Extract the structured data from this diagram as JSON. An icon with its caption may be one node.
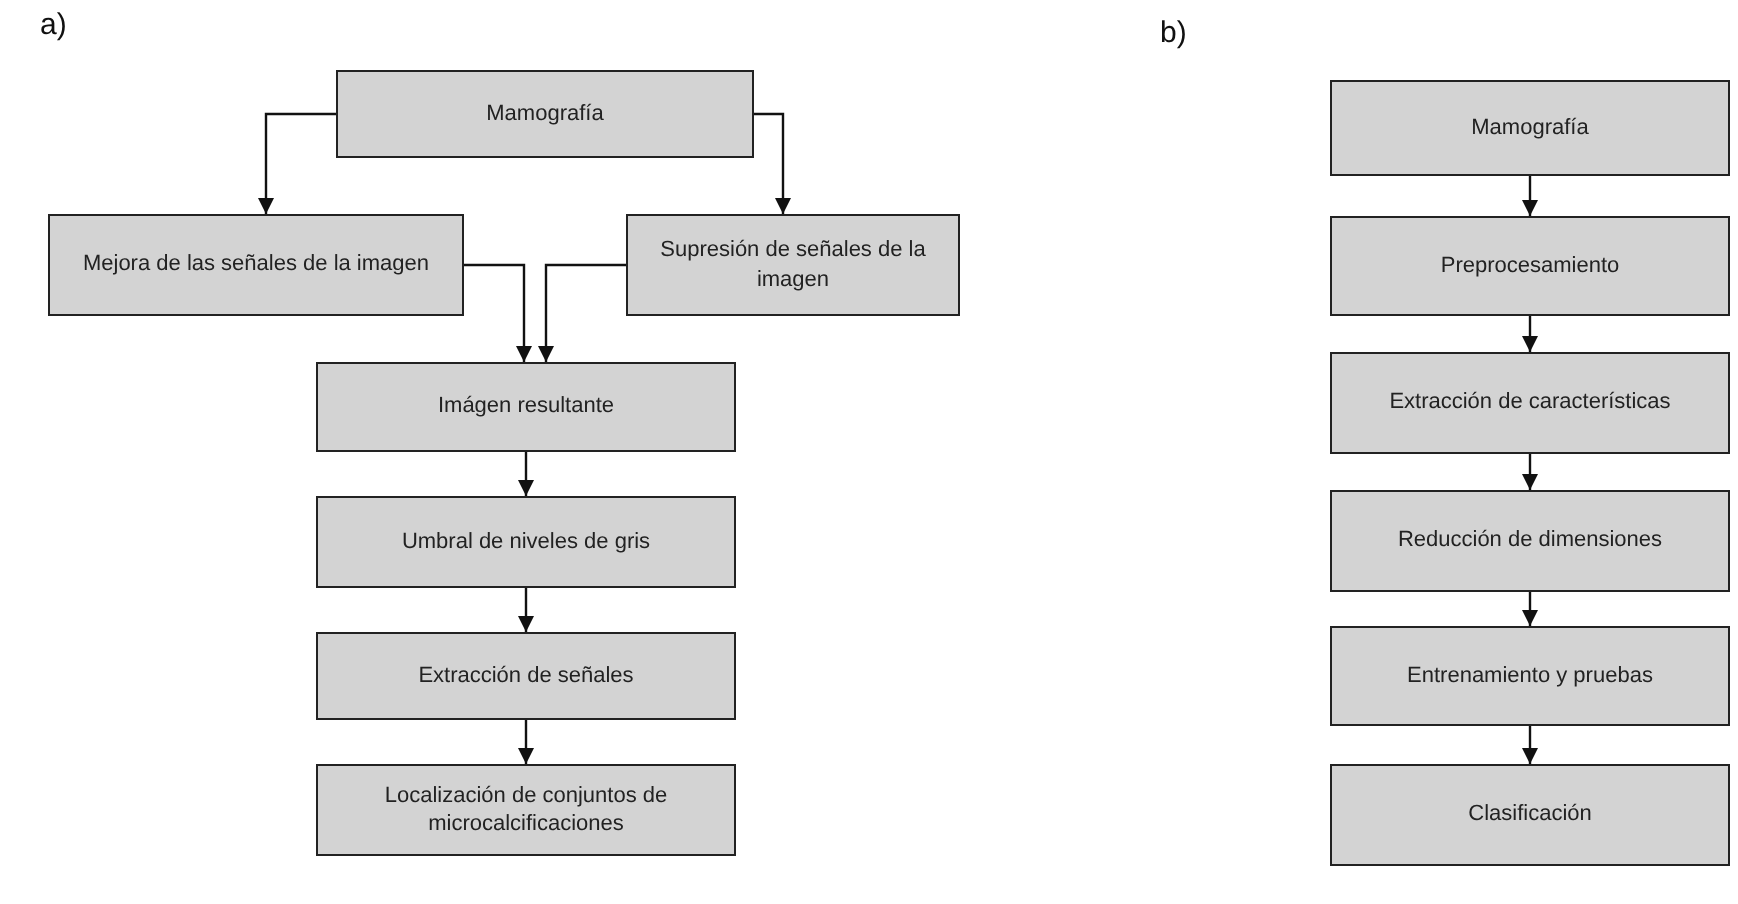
{
  "diagram": {
    "nodes": [
      {
        "text": [
          "Mamografía"
        ]
      },
      {
        "text": [
          "Mejora de las señales de la imagen"
        ]
      },
      {
        "text": [
          "Supresión de señales de la imagen"
        ]
      },
      {
        "text": [
          "Imágen resultante"
        ]
      },
      {
        "text": [
          "Umbral de niveles de gris"
        ]
      },
      {
        "text": [
          "Extracción de señales"
        ]
      },
      {
        "text": [
          "Localización de conjuntos de microcalcificaciones"
        ]
      },
      {
        "text": [
          "Mamografía"
        ]
      },
      {
        "text": [
          "Preprocesamiento"
        ]
      },
      {
        "text": [
          "Extracción de características"
        ]
      },
      {
        "text": [
          "Reducción de dimensiones"
        ]
      },
      {
        "text": [
          "Entrenamiento y pruebas"
        ]
      },
      {
        "text": [
          "Clasificación"
        ]
      }
    ],
    "edges": [
      {
        "from": 0,
        "to": 1,
        "arrow": "to"
      },
      {
        "from": 0,
        "to": 2,
        "arrow": "to"
      },
      {
        "from": 1,
        "to": 3,
        "arrow": "to"
      },
      {
        "from": 2,
        "to": 3,
        "arrow": "to"
      },
      {
        "from": 3,
        "to": 4,
        "arrow": "to"
      },
      {
        "from": 4,
        "to": 5,
        "arrow": "to"
      },
      {
        "from": 5,
        "to": 6,
        "arrow": "to"
      },
      {
        "from": 7,
        "to": 8,
        "arrow": "to"
      },
      {
        "from": 8,
        "to": 9,
        "arrow": "to"
      },
      {
        "from": 9,
        "to": 10,
        "arrow": "to"
      },
      {
        "from": 10,
        "to": 11,
        "arrow": "to"
      },
      {
        "from": 11,
        "to": 12,
        "arrow": "to"
      }
    ],
    "labels": [
      "a)",
      "b)"
    ]
  }
}
